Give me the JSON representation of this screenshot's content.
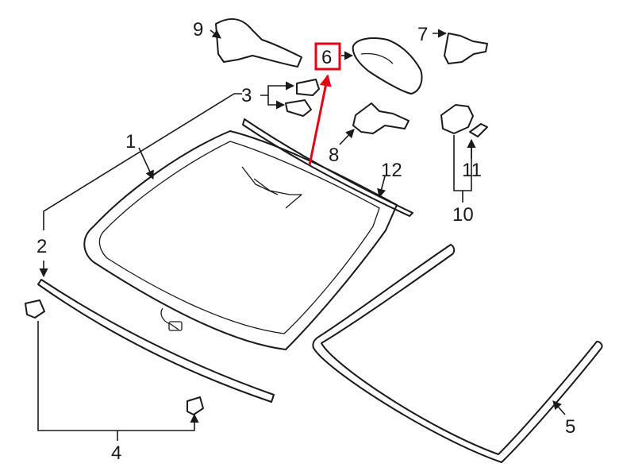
{
  "callouts": {
    "c1": "1",
    "c2": "2",
    "c3": "3",
    "c4": "4",
    "c5": "5",
    "c6": "6",
    "c7": "7",
    "c8": "8",
    "c9": "9",
    "c10": "10",
    "c11": "11",
    "c12": "12"
  },
  "highlight": {
    "callout": "6",
    "color": "#e30613"
  },
  "colors": {
    "line": "#1a1a1a",
    "background": "#ffffff"
  }
}
